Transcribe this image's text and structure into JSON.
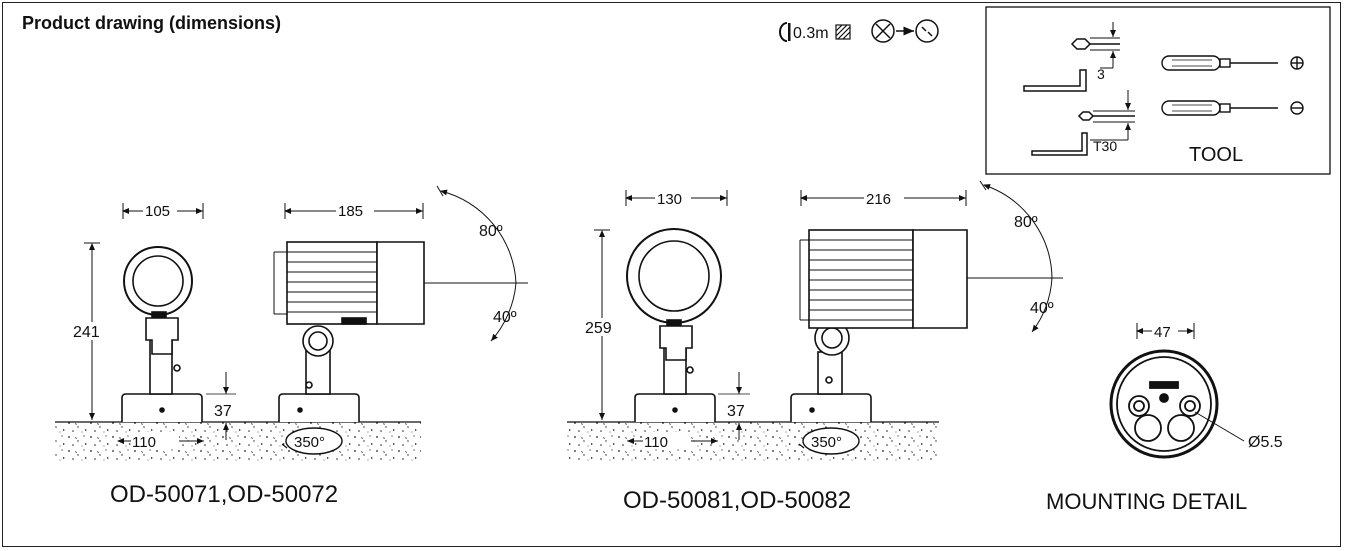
{
  "title": "Product drawing (dimensions)",
  "header_icons": {
    "cable_length": "0.3m"
  },
  "tool_box": {
    "label": "TOOL",
    "hex_key_size": "3",
    "torx_size": "T30",
    "screwdrivers": [
      "phillips",
      "flat"
    ]
  },
  "models": [
    {
      "name": "OD-50071,OD-50072",
      "head_diameter": "105",
      "depth": "185",
      "height": "241",
      "base_diameter": "110",
      "base_height": "37",
      "rotation": "350°",
      "tilt_up": "80º",
      "tilt_down": "40º"
    },
    {
      "name": "OD-50081,OD-50082",
      "head_diameter": "130",
      "depth": "216",
      "height": "259",
      "base_diameter": "110",
      "base_height": "37",
      "rotation": "350°",
      "tilt_up": "80º",
      "tilt_down": "40º"
    }
  ],
  "mounting": {
    "label": "MOUNTING DETAIL",
    "width": "47",
    "hole": "Ø5.5"
  }
}
